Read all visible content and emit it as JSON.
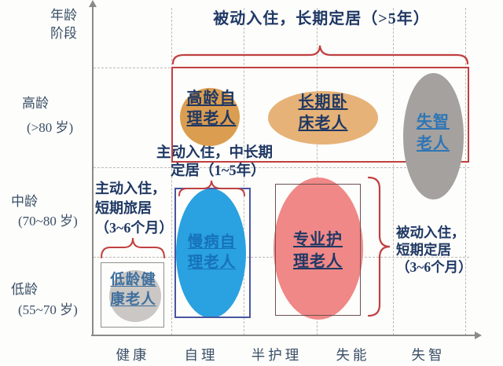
{
  "diagram": {
    "title_top": "被动入住，长期定居（>5年）",
    "y_axis": {
      "title_line1": "年龄",
      "title_line2": "阶段",
      "rows": [
        {
          "label": "高龄",
          "range": "(>80 岁)"
        },
        {
          "label": "中龄",
          "range": "(70~80 岁)"
        },
        {
          "label": "低龄",
          "range": "(55~70 岁)"
        }
      ]
    },
    "x_axis": {
      "categories": [
        "健康",
        "自理",
        "半护理",
        "失能",
        "失智"
      ]
    },
    "annotations": {
      "mid": {
        "line1": "主动入住，中长期",
        "line2": "定居（1~5年）"
      },
      "left": {
        "line1": "主动入住，",
        "line2": "短期旅居",
        "line3": "（3~6个月）"
      },
      "right": {
        "line1": "被动入住，",
        "line2": "短期定居",
        "line3": "（3~6个月）"
      }
    },
    "groups": {
      "senior_selfcare": {
        "line1": "高龄自",
        "line2": "理老人"
      },
      "longterm_bedridden": {
        "line1": "长期卧",
        "line2": "床老人"
      },
      "dementia": {
        "line1": "失智",
        "line2": "老人"
      },
      "chronic_selfcare": {
        "line1": "慢病自",
        "line2": "理老人"
      },
      "professional_care": {
        "line1": "专业护",
        "line2": "理老人"
      },
      "young_healthy": {
        "line1": "低龄健",
        "line2": "康老人"
      }
    },
    "colors": {
      "accent_red": "#c04040",
      "navy_text": "#1f3864",
      "blue_text": "#2e75b5",
      "chronic_text": "#1672bb",
      "young_healthy_text": "#3e6f9e",
      "orange_circle": "#db9d4f",
      "light_orange_ellipse": "#e6b277",
      "gray_ellipse": "#a5a19e",
      "light_gray_circle": "#cac7c4",
      "blue_ellipse": "#2aa1e0",
      "pink_ellipse": "#ef8887"
    }
  }
}
